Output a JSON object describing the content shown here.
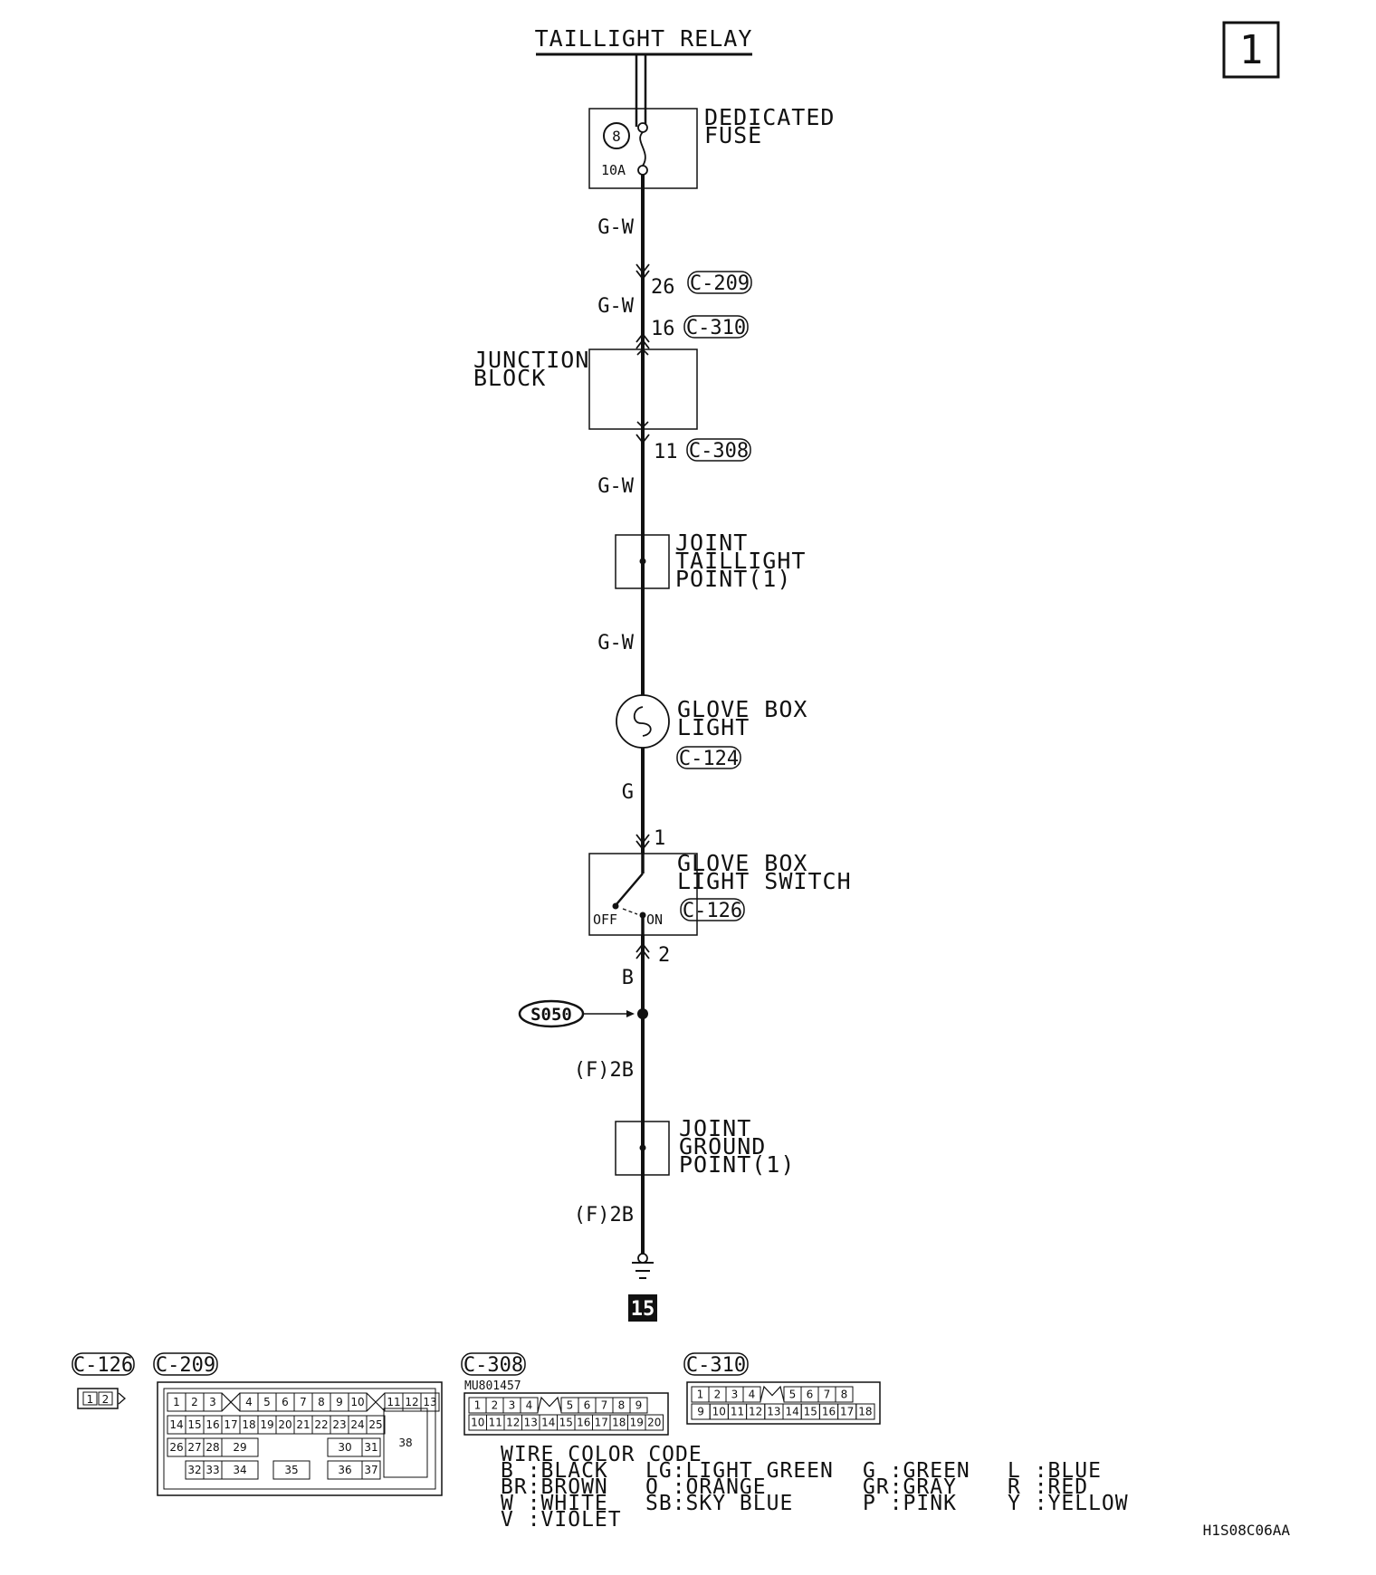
{
  "page_number": "1",
  "diagram_id": "H1S08C06AA",
  "relay": {
    "title": "TAILLIGHT RELAY"
  },
  "fuse": {
    "label": [
      "DEDICATED",
      "FUSE"
    ],
    "number": "8",
    "rating": "10A"
  },
  "wires": [
    {
      "id": "w1",
      "label": "G-W"
    },
    {
      "id": "w2",
      "label": "G-W"
    },
    {
      "id": "w3",
      "label": "G-W"
    },
    {
      "id": "w4",
      "label": "G-W"
    },
    {
      "id": "w5",
      "label": "G"
    },
    {
      "id": "w6",
      "label": "B"
    },
    {
      "id": "w7",
      "label": "(F)2B"
    },
    {
      "id": "w8",
      "label": "(F)2B"
    }
  ],
  "connectors": [
    {
      "id": "c209",
      "pin": "26",
      "name": "C-209"
    },
    {
      "id": "c310",
      "pin": "16",
      "name": "C-310"
    },
    {
      "id": "c308",
      "pin": "11",
      "name": "C-308"
    }
  ],
  "junction_block": {
    "label": [
      "JUNCTION",
      "BLOCK"
    ]
  },
  "joint_taillight": {
    "label": [
      "JOINT",
      "TAILLIGHT",
      "POINT(1)"
    ]
  },
  "glove_box_light": {
    "label": [
      "GLOVE BOX",
      "LIGHT"
    ],
    "connector": "C-124"
  },
  "glove_box_switch": {
    "label": [
      "GLOVE BOX",
      "LIGHT SWITCH"
    ],
    "connector": "C-126",
    "pin_top": "1",
    "pin_bottom": "2",
    "off": "OFF",
    "on": "ON"
  },
  "splice": {
    "name": "S050"
  },
  "joint_ground": {
    "label": [
      "JOINT",
      "GROUND",
      "POINT(1)"
    ]
  },
  "ground": {
    "number": "15"
  },
  "connector_views": {
    "c126": {
      "name": "C-126",
      "cells": [
        "1",
        "2"
      ]
    },
    "c209": {
      "name": "C-209",
      "row1": [
        "1",
        "2",
        "3",
        "4",
        "5",
        "6",
        "7",
        "8",
        "9",
        "10",
        "11",
        "12",
        "13"
      ],
      "row2": [
        "14",
        "15",
        "16",
        "17",
        "18",
        "19",
        "20",
        "21",
        "22",
        "23",
        "24",
        "25"
      ],
      "row3": [
        "26",
        "27",
        "28",
        "29",
        "30",
        "31"
      ],
      "row4": [
        "32",
        "33",
        "34",
        "35",
        "36",
        "37"
      ],
      "big": "38"
    },
    "c308": {
      "name": "C-308",
      "part": "MU801457",
      "row1": [
        "1",
        "2",
        "3",
        "4",
        "5",
        "6",
        "7",
        "8",
        "9"
      ],
      "row2": [
        "10",
        "11",
        "12",
        "13",
        "14",
        "15",
        "16",
        "17",
        "18",
        "19",
        "20"
      ]
    },
    "c310": {
      "name": "C-310",
      "row1": [
        "1",
        "2",
        "3",
        "4",
        "5",
        "6",
        "7",
        "8"
      ],
      "row2": [
        "9",
        "10",
        "11",
        "12",
        "13",
        "14",
        "15",
        "16",
        "17",
        "18"
      ]
    }
  },
  "wire_color_code": {
    "title": "WIRE COLOR CODE",
    "entries": [
      "B :BLACK",
      "BR:BROWN",
      "W :WHITE",
      "V :VIOLET",
      "LG:LIGHT GREEN",
      "O :ORANGE",
      "SB:SKY BLUE",
      "G :GREEN",
      "GR:GRAY",
      "P :PINK",
      "L :BLUE",
      "R :RED",
      "Y :YELLOW"
    ]
  }
}
